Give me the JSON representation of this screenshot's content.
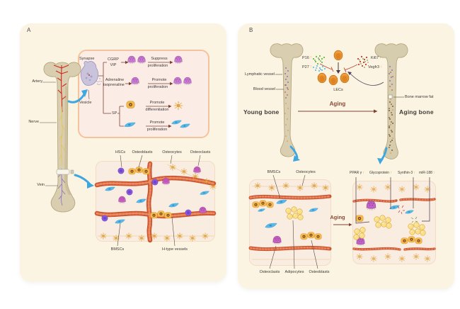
{
  "figure": {
    "panelA": {
      "label": "A",
      "bone": {
        "artery": "Artery",
        "nerve": "Nerve",
        "vein": "Vein"
      },
      "inset": {
        "synapse": "Synapse",
        "vesicle": "Vesicle",
        "row1": {
          "l1": "CGRP",
          "l2": "VIP",
          "e1": "Suppress",
          "e2": "proliferation"
        },
        "row2": {
          "l1": "Adrenaline",
          "l2": "isoprenaline",
          "e1": "Promote",
          "e2": "proliferation"
        },
        "row3": {
          "l1": "SP",
          "e1": "Promote",
          "e2": "differentiation",
          "e3": "Promote",
          "e4": "proliferation"
        }
      },
      "tissue": {
        "top": [
          "HSCs",
          "Osteoblasts",
          "Osteocytes",
          "Osteoclasts"
        ],
        "bottom": [
          "BMSCs",
          "H-type vessels"
        ]
      }
    },
    "panelB": {
      "label": "B",
      "young_bone": "Young bone",
      "aging_bone": "Aging bone",
      "aging_top": "Aging",
      "aging_bottom": "Aging",
      "lymphatic_vessel": "Lymphatic vessel",
      "blood_vessel": "Blood vessel",
      "bone_marrow_fat": "Bone marrow fat",
      "lecs": "LECs",
      "markers_left": [
        {
          "name": "P16",
          "arrow": "↑"
        },
        {
          "name": "P27",
          "arrow": "↑"
        }
      ],
      "markers_right": [
        {
          "name": "Ki67",
          "arrow": "↓"
        },
        {
          "name": "Vegfr3",
          "arrow": "↓"
        }
      ],
      "tissue_left": {
        "top": [
          "BMSCs",
          "Osteocytes"
        ],
        "bottom": [
          "Osteoclasts",
          "Adipocytes",
          "Osteoblasts"
        ]
      },
      "tissue_right_markers": [
        {
          "name": "PPAR γ",
          "arrow": "↑"
        },
        {
          "name": "Glycoprotein",
          "arrow": "↑"
        },
        {
          "name": "Synthin-3",
          "arrow": "↑"
        },
        {
          "name": "miR-188",
          "arrow": "↑"
        }
      ]
    },
    "colors": {
      "panel_bg": "#FBF4E2",
      "inset_bg": "#FBEDE6",
      "tissue_bg": "#F9ECE0",
      "vessel_red": "#CD5530",
      "maroon_arrow": "#7E4233",
      "blue_arrow": "#3FA7E0",
      "osteoclast_purple": "#C87BD3",
      "osteoclast_magenta": "#C95FC2",
      "osteoblast_yellow": "#F4BA4E",
      "bmsc_blue": "#57BAEA",
      "hsc_purple": "#8A5CE0",
      "lec_orange": "#E8912D",
      "osteocyte_gold": "#E8A63C",
      "marker_arrow_orange": "#F0A030"
    }
  }
}
